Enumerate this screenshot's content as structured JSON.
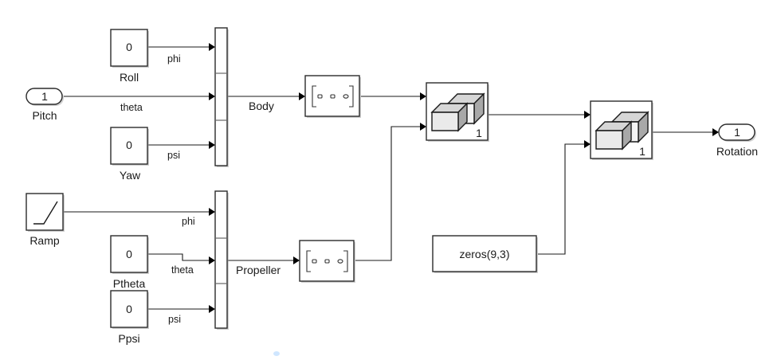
{
  "diagram": {
    "inports": [
      {
        "id": "pitch",
        "port_number": "1",
        "label": "Pitch"
      }
    ],
    "outports": [
      {
        "id": "rotation",
        "port_number": "1",
        "label": "Rotation"
      }
    ],
    "constants": [
      {
        "id": "roll",
        "value": "0",
        "label": "Roll"
      },
      {
        "id": "yaw",
        "value": "0",
        "label": "Yaw"
      },
      {
        "id": "ptheta",
        "value": "0",
        "label": "Ptheta"
      },
      {
        "id": "ppsi",
        "value": "0",
        "label": "Ppsi"
      },
      {
        "id": "zeros",
        "value": "zeros(9,3)",
        "label": ""
      }
    ],
    "ramp": {
      "id": "ramp",
      "label": "Ramp"
    },
    "signals": {
      "body_phi": "phi",
      "body_theta": "theta",
      "body_psi": "psi",
      "prop_phi": "phi",
      "prop_theta": "theta",
      "prop_psi": "psi",
      "body_bus": "Body",
      "propeller_bus": "Propeller"
    },
    "concatenate_blocks": [
      {
        "id": "concat1",
        "dimension": "1"
      },
      {
        "id": "concat2",
        "dimension": "1"
      }
    ],
    "reshape_blocks": [
      {
        "id": "reshape_body"
      },
      {
        "id": "reshape_prop"
      }
    ],
    "mux_blocks": [
      {
        "id": "mux_body",
        "inputs": 3
      },
      {
        "id": "mux_prop",
        "inputs": 3
      }
    ],
    "colors": {
      "line": "#1a1a1a",
      "block_border": "#2b2b2b",
      "cube_front": "#eaeaea",
      "cube_side": "#a8a8a8",
      "selection_dot": "#cfe6ff"
    }
  }
}
